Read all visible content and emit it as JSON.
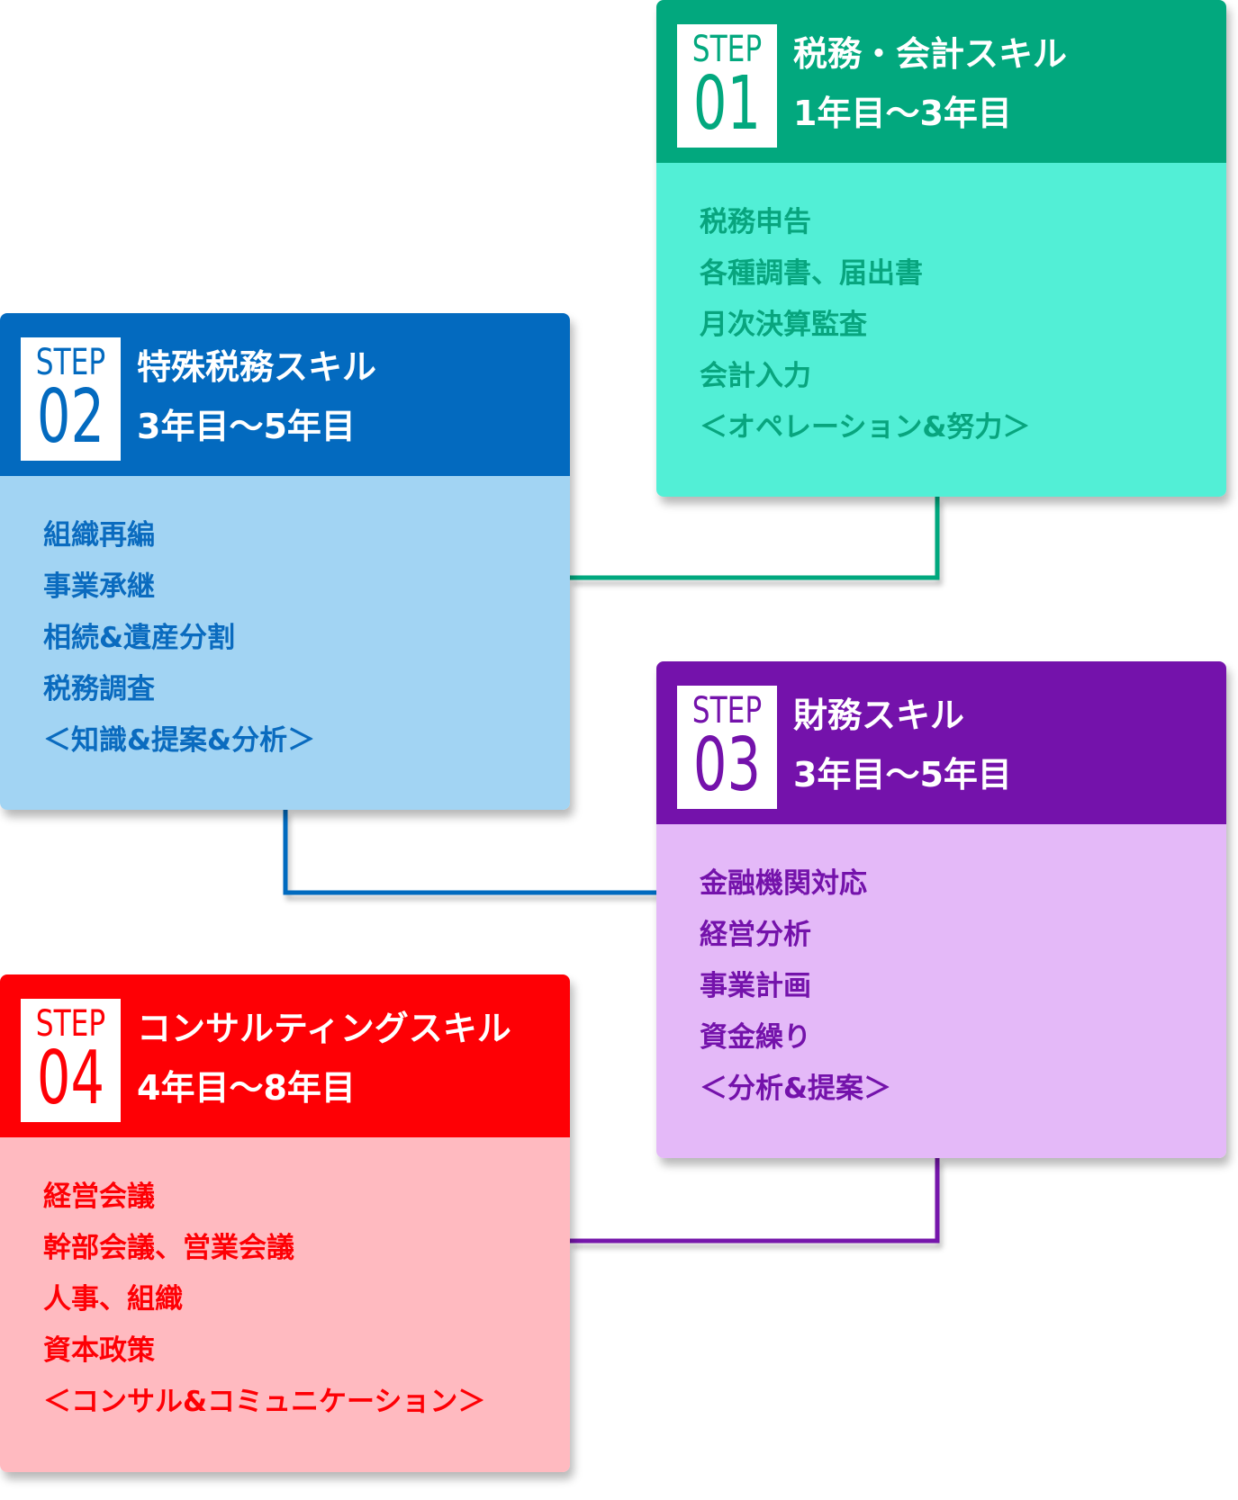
{
  "steps": [
    {
      "step_word": "STEP",
      "number": "01",
      "title": "税務・会計スキル",
      "years": "1年目〜3年目",
      "items": [
        "税務申告",
        "各種調書、届出書",
        "月次決算監査",
        "会計入力",
        "＜オペレーション&努力＞"
      ],
      "header_color": "#02a87e",
      "body_color": "#52efd6"
    },
    {
      "step_word": "STEP",
      "number": "02",
      "title": "特殊税務スキル",
      "years": "3年目〜5年目",
      "items": [
        "組織再編",
        "事業承継",
        "相続&遺産分割",
        "税務調査",
        "＜知識&提案&分析＞"
      ],
      "header_color": "#036abf",
      "body_color": "#a2d4f3"
    },
    {
      "step_word": "STEP",
      "number": "03",
      "title": "財務スキル",
      "years": "3年目〜5年目",
      "items": [
        "金融機関対応",
        "経営分析",
        "事業計画",
        "資金繰り",
        "＜分析&提案＞"
      ],
      "header_color": "#7412ab",
      "body_color": "#e4b9f8"
    },
    {
      "step_word": "STEP",
      "number": "04",
      "title": "コンサルティングスキル",
      "years": "4年目〜8年目",
      "items": [
        "経営会議",
        "幹部会議、営業会議",
        "人事、組織",
        "資本政策",
        "＜コンサル&コミュニケーション＞"
      ],
      "header_color": "#fe0005",
      "body_color": "#ffbac0"
    }
  ]
}
